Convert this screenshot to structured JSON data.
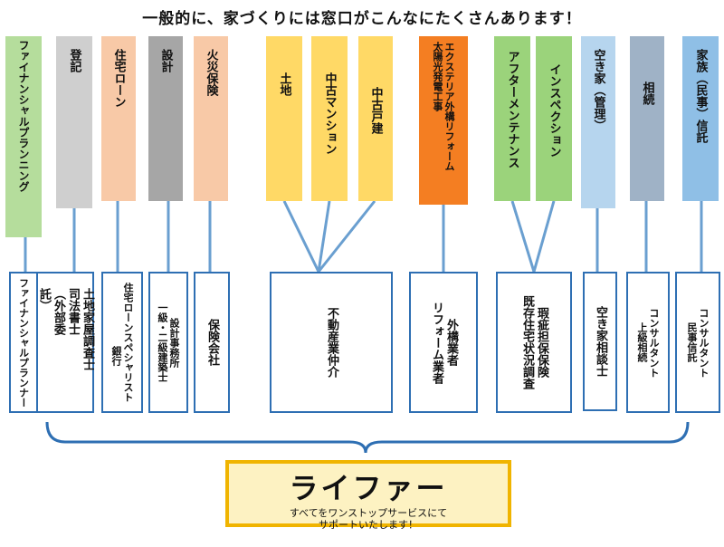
{
  "title": "一般的に、家づくりには窓口がこんなにたくさんあります！",
  "categories": [
    {
      "label": "ファイナンシャルプランニング",
      "color": "#b5dd9c"
    },
    {
      "label": "登記",
      "color": "#cfcfcf"
    },
    {
      "label": "住宅ローン",
      "color": "#f8c9a7"
    },
    {
      "label": "設計",
      "color": "#a6a6a6"
    },
    {
      "label": "火災保険",
      "color": "#f8c9a7"
    },
    {
      "label": "土地",
      "color": "#ffd966"
    },
    {
      "label": "中古マンション",
      "color": "#ffd966"
    },
    {
      "label": "中古戸建",
      "color": "#ffd966"
    },
    {
      "label": "太陽光発電工事エクステリア外構リフォーム",
      "label_a": "太陽光発電工事",
      "label_b": "エクステリア外構リフォーム",
      "color": "#f47e22"
    },
    {
      "label": "アフターメンテナンス",
      "color": "#9bd37b"
    },
    {
      "label": "インスペクション",
      "color": "#9bd37b"
    },
    {
      "label": "空き家（管理）",
      "color": "#b6d5ee"
    },
    {
      "label": "相続",
      "color": "#9fb2c6"
    },
    {
      "label": "家族（民事）信託",
      "color": "#8fbfe6"
    }
  ],
  "specialists": {
    "fp": "ファイナンシャルプランナー",
    "scrivener_a": "司法書士（外部委託）",
    "scrivener_b": "土地家屋調査士",
    "loan_a": "銀行",
    "loan_b": "住宅ローンスペシャリスト",
    "architect_a": "一級・二級建築士",
    "architect_b": "設計事務所",
    "insurance": "保険会社",
    "realtor": "不動産業仲介",
    "reform_a": "リフォーム業者",
    "reform_b": "外構業者",
    "inspection_a": "既存住宅状況調査",
    "inspection_b": "瑕疵担保保険",
    "vacant": "空き家相談士",
    "inherit_a": "上級相続",
    "inherit_b": "コンサルタント",
    "trust_a": "民事信託",
    "trust_b": "コンサルタント"
  },
  "result": {
    "name": "ライファー",
    "sub1": "すべてをワンストップサービスにて",
    "sub2": "サポートいたします！"
  }
}
